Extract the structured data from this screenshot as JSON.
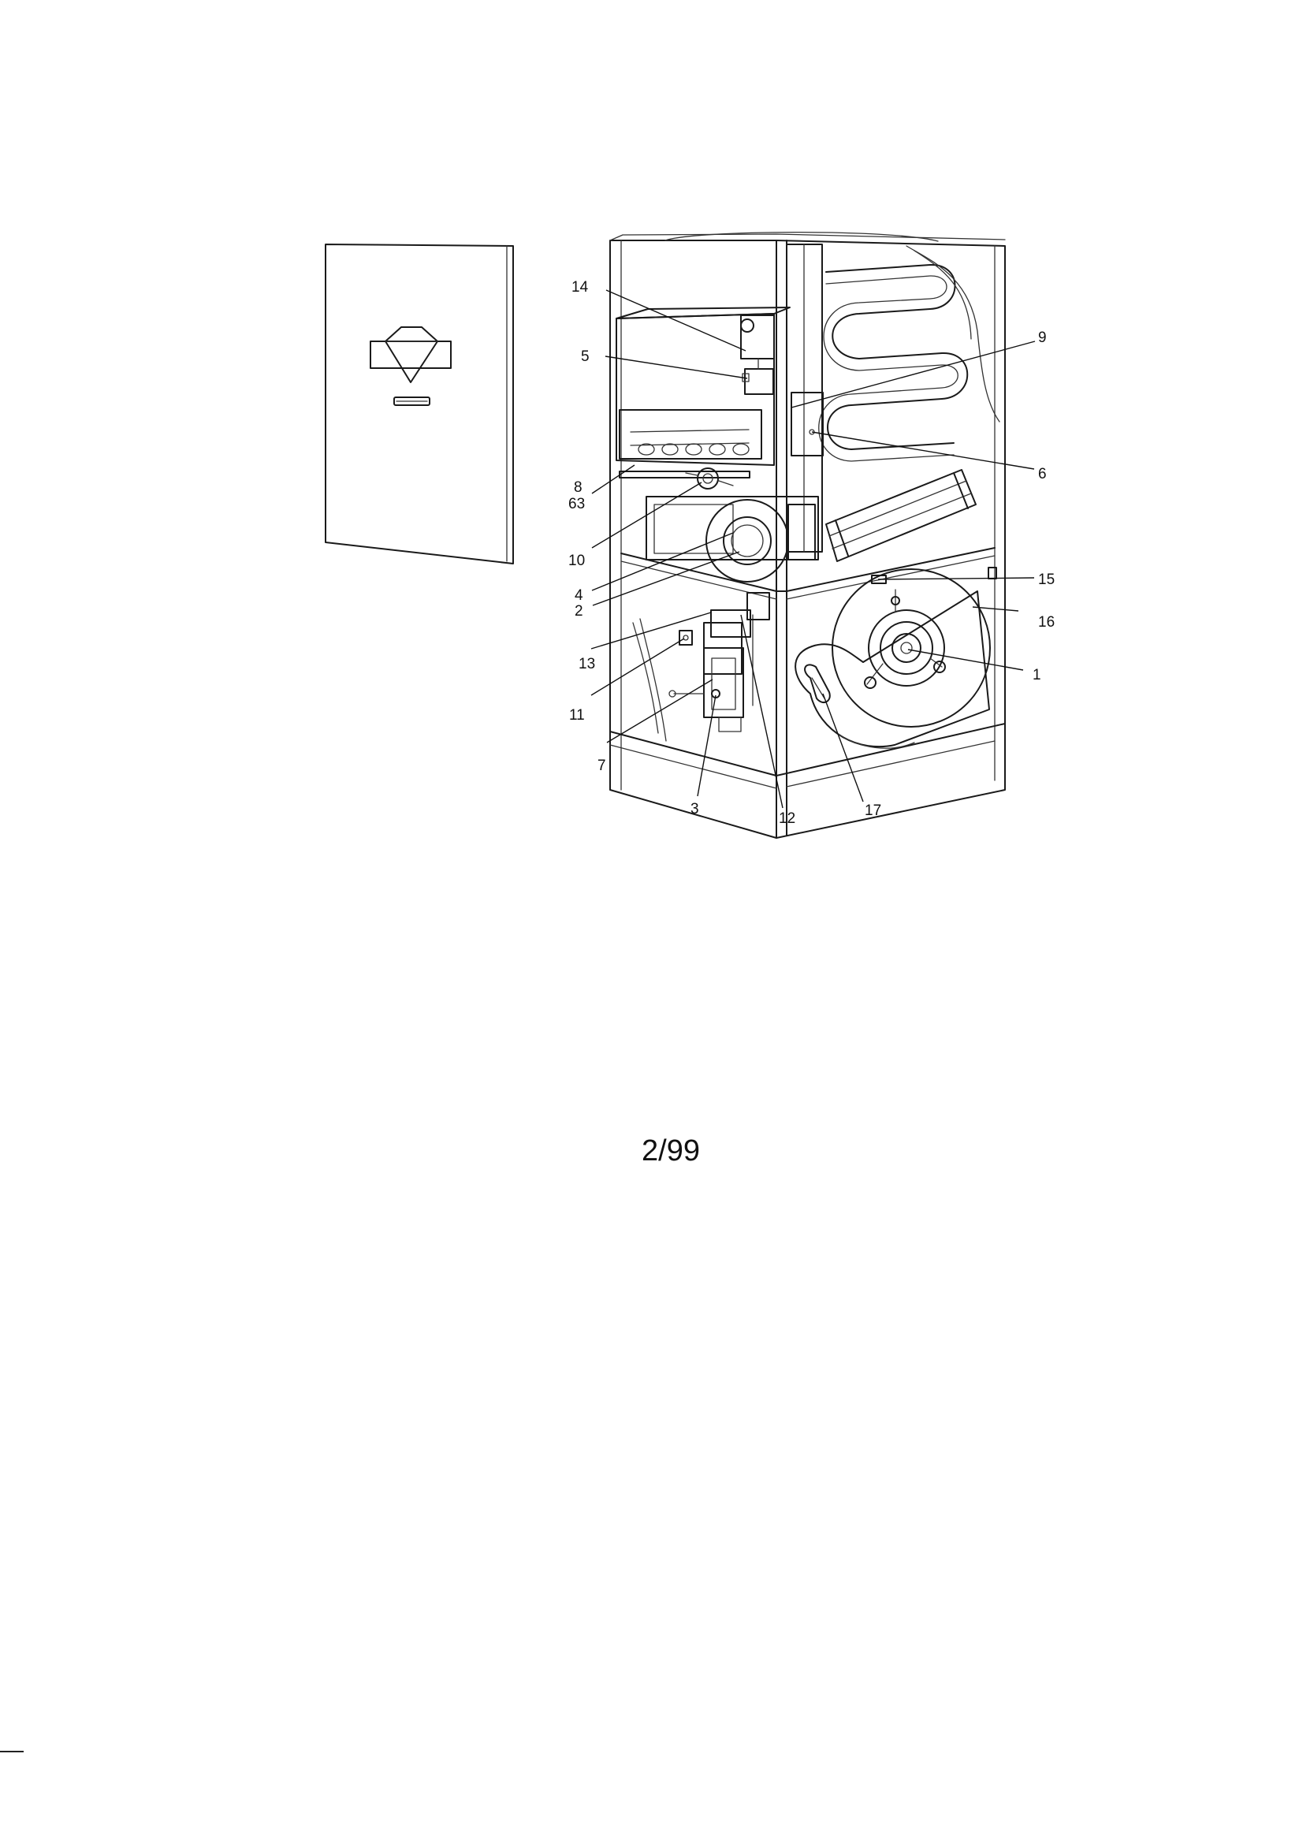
{
  "callouts": [
    {
      "id": "14",
      "label": "14"
    },
    {
      "id": "5",
      "label": "5"
    },
    {
      "id": "9",
      "label": "9"
    },
    {
      "id": "6",
      "label": "6"
    },
    {
      "id": "8",
      "label": "8"
    },
    {
      "id": "63",
      "label": "63"
    },
    {
      "id": "10",
      "label": "10"
    },
    {
      "id": "4",
      "label": "4"
    },
    {
      "id": "2",
      "label": "2"
    },
    {
      "id": "13",
      "label": "13"
    },
    {
      "id": "11",
      "label": "11"
    },
    {
      "id": "7",
      "label": "7"
    },
    {
      "id": "3",
      "label": "3"
    },
    {
      "id": "12",
      "label": "12"
    },
    {
      "id": "17",
      "label": "17"
    },
    {
      "id": "15",
      "label": "15"
    },
    {
      "id": "16",
      "label": "16"
    },
    {
      "id": "1",
      "label": "1"
    }
  ],
  "revision_date": "2/99",
  "colors": {
    "ink": "#111111",
    "paper": "#ffffff"
  }
}
